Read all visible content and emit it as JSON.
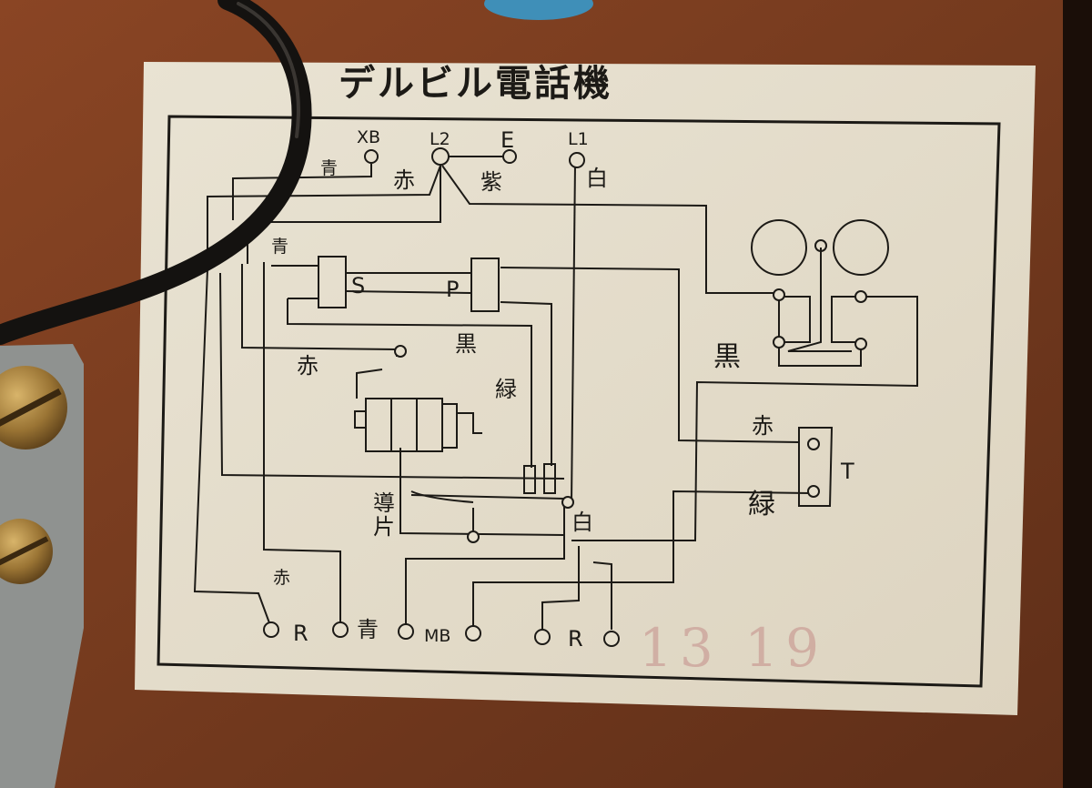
{
  "title": "デルビル電話機",
  "terminals": {
    "xb": "XB",
    "l2": "L2",
    "e": "E",
    "l1": "L1",
    "mb": "MB",
    "r_left": "R",
    "r_right": "R"
  },
  "coil_labels": {
    "s": "S",
    "p": "P",
    "t": "T"
  },
  "wire_labels": {
    "blue_top": "青",
    "red_top": "赤",
    "purple_top": "紫",
    "white_top": "白",
    "blue_coil": "青",
    "red_mid": "赤",
    "black_mid": "黒",
    "green_mid": "緑",
    "black_right": "黒",
    "red_right": "赤",
    "green_right": "緑",
    "white_bottom": "白",
    "red_bottom": "赤",
    "blue_bottom": "青"
  },
  "contact_label": "導片",
  "stamp_text": "13 19",
  "colors": {
    "wood": "#7a3d20",
    "paper": "#e6dfcd",
    "ink": "#1c1a16"
  }
}
